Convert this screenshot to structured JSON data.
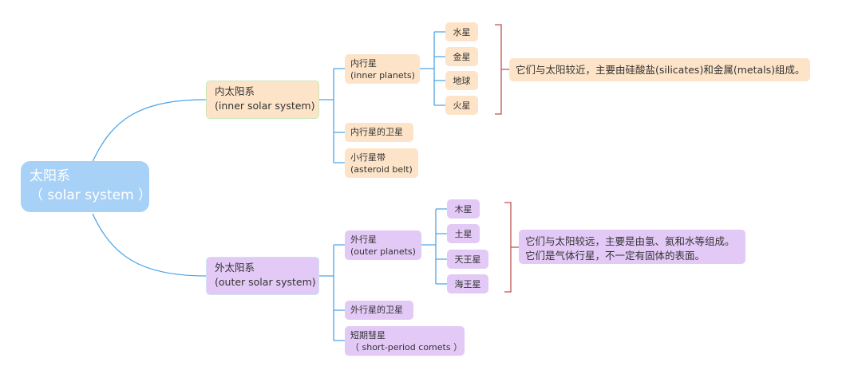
{
  "root": {
    "line1": "太阳系",
    "line2": "（ solar system ）"
  },
  "inner": {
    "title": {
      "line1": "内太阳系",
      "line2": "(inner solar system)"
    },
    "planets": {
      "line1": "内行星",
      "line2": "(inner planets)"
    },
    "planet_list": [
      "水星",
      "金星",
      "地球",
      "火星"
    ],
    "moons": "内行星的卫星",
    "asteroid": {
      "line1": "小行星带",
      "line2": "(asteroid belt)"
    },
    "note": {
      "line1": "它们与太阳较近，主要由硅酸盐(silicates)和金属(metals)组成。"
    }
  },
  "outer": {
    "title": {
      "line1": "外太阳系",
      "line2": "(outer solar system)"
    },
    "planets": {
      "line1": "外行星",
      "line2": "(outer planets)"
    },
    "planet_list": [
      "木星",
      "土星",
      "天王星",
      "海王星"
    ],
    "moons": "外行星的卫星",
    "comets": {
      "line1": "短期彗星",
      "line2": "（ short-period comets ）"
    },
    "note": {
      "line1": "它们与太阳较远，主要是由氢、氦和水等组成。",
      "line2": "它们是气体行星，不一定有固体的表面。"
    }
  },
  "colors": {
    "link": "#4ea4e6",
    "bracket": "#c0504d",
    "root_fill": "#a7d1f6",
    "inner_fill": "#fde4c8",
    "outer_fill": "#e3c9f6"
  }
}
